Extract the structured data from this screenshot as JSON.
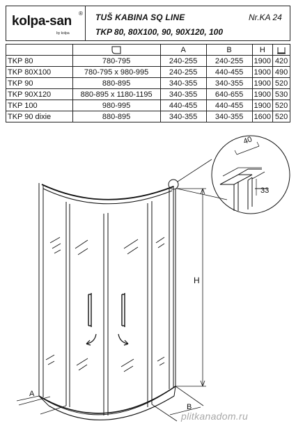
{
  "header": {
    "brand": "kolpa-san",
    "brand_reg": "®",
    "brand_sub": "by kolpa",
    "title_line1": "TUŠ KABINA SQ  LINE",
    "model_no": "Nr.KA 24",
    "title_line2": "TKP 80, 80X100, 90, 90X120, 100"
  },
  "table": {
    "columns": [
      "",
      "",
      "A",
      "B",
      "H",
      ""
    ],
    "header_icons": [
      "plan-shape-icon",
      "tray-height-icon"
    ],
    "rows": [
      [
        "TKP 80",
        "780-795",
        "240-255",
        "240-255",
        "1900",
        "420"
      ],
      [
        "TKP 80X100",
        "780-795 x 980-995",
        "240-255",
        "440-455",
        "1900",
        "490"
      ],
      [
        "TKP 90",
        "880-895",
        "340-355",
        "340-355",
        "1900",
        "520"
      ],
      [
        "TKP 90X120",
        "880-895 x 1180-1195",
        "340-355",
        "640-655",
        "1900",
        "530"
      ],
      [
        "TKP 100",
        "980-995",
        "440-455",
        "440-455",
        "1900",
        "520"
      ],
      [
        "TKP 90 dixie",
        "880-895",
        "340-355",
        "340-355",
        "1600",
        "520"
      ]
    ]
  },
  "drawing": {
    "detail_dim_top": "40",
    "detail_dim_side": "33",
    "dim_height": "H",
    "dim_a": "A",
    "dim_b": "B"
  },
  "watermark": "plitkanadom.ru"
}
